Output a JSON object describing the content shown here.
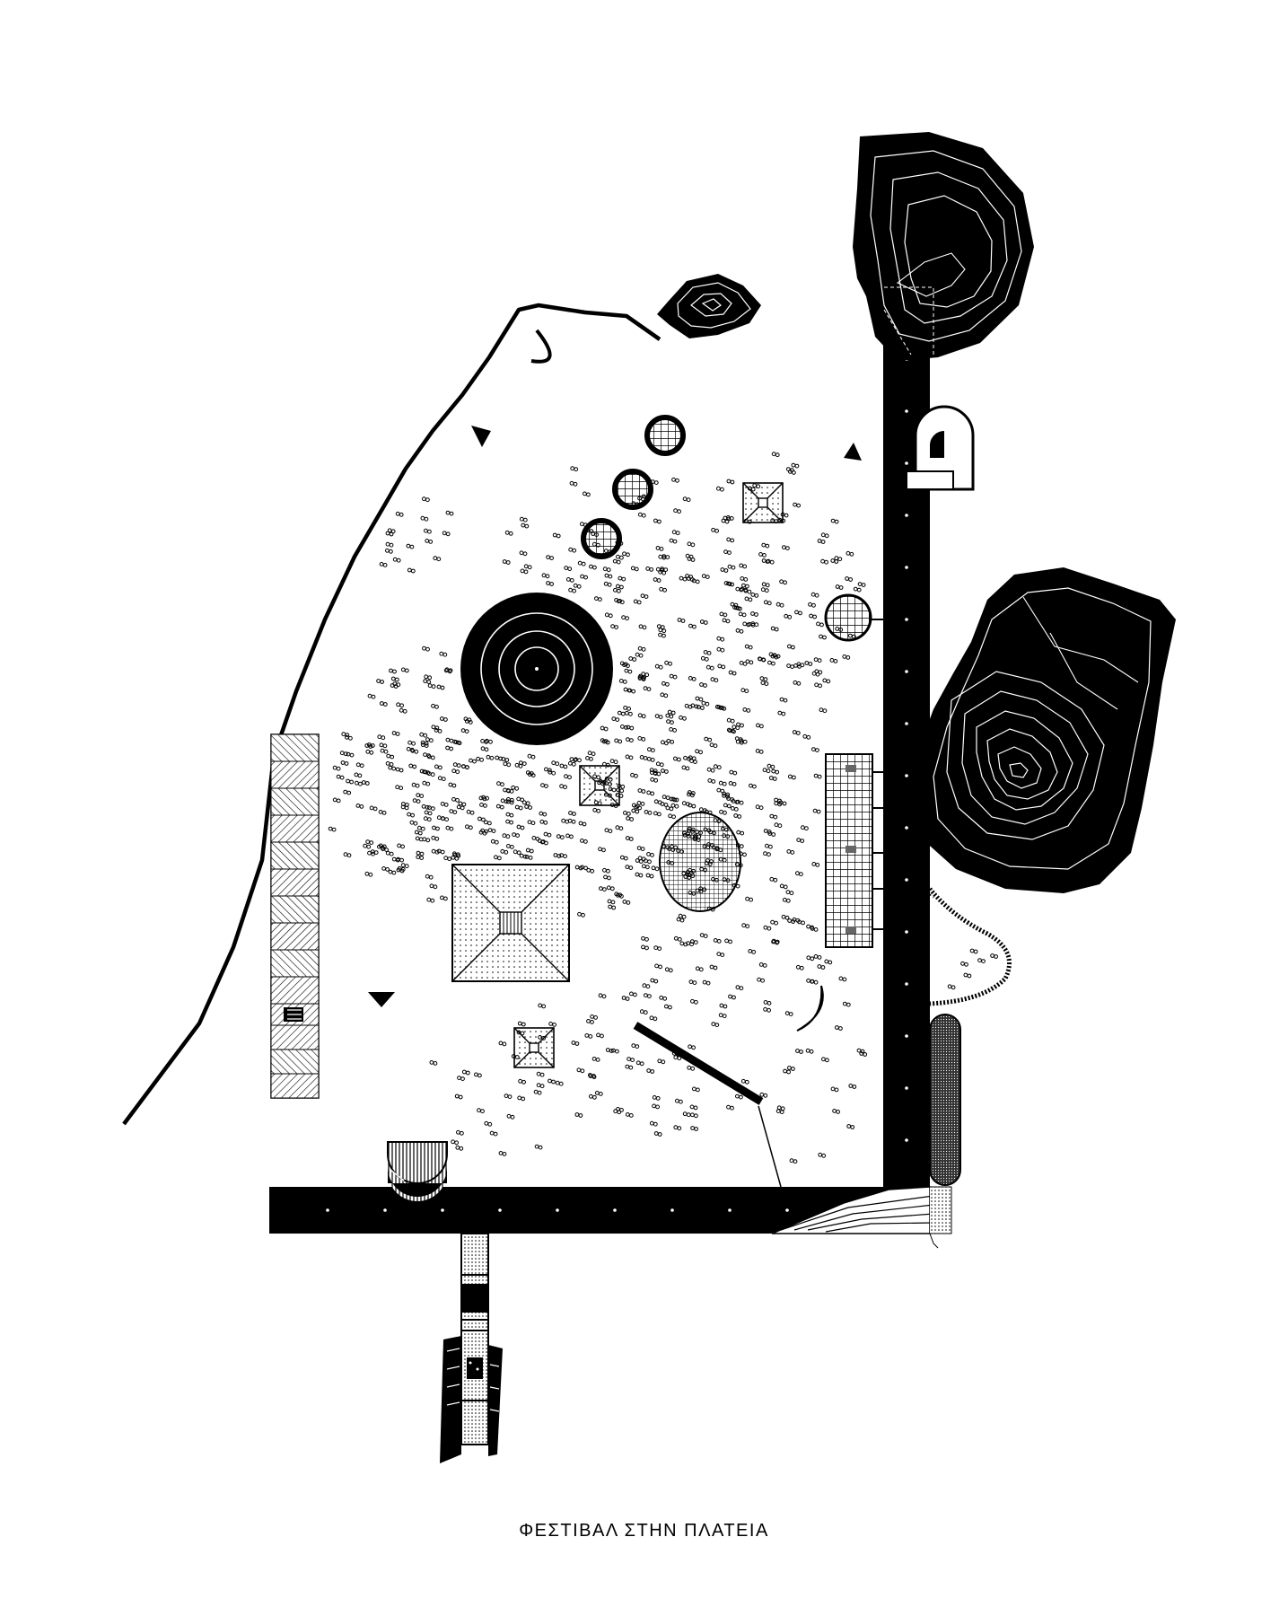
{
  "caption": "ΦΕΣΤΙΒΑΛ ΣΤΗΝ ΠΛΑΤΕΙΑ",
  "colors": {
    "ink": "#000000",
    "paper": "#ffffff"
  },
  "legend_symbols": [
    "triangle-marker",
    "crowd-figure",
    "pyramid-tent",
    "round-stage",
    "hatched-pad",
    "contour-rock"
  ]
}
